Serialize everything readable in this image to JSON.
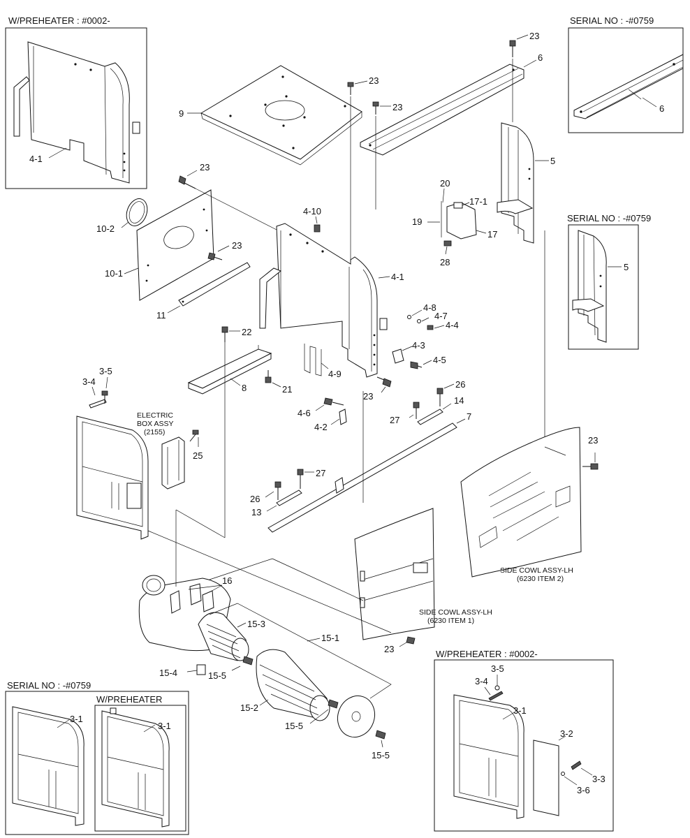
{
  "insets": {
    "top_left_caption": "W/PREHEATER : #0002-",
    "top_right_caption": "SERIAL NO : -#0759",
    "mid_right_caption": "SERIAL NO : -#0759",
    "bottom_left_caption": "SERIAL NO : -#0759",
    "bottom_left_inner_caption": "W/PREHEATER",
    "bottom_right_caption": "W/PREHEATER : #0002-"
  },
  "notes": {
    "electric_box_1": "ELECTRIC",
    "electric_box_2": "BOX ASSY",
    "electric_box_3": "(2155)",
    "cowl_lh_1_1": "SIDE COWL ASSY-LH",
    "cowl_lh_1_2": "(6230 ITEM 1)",
    "cowl_lh_2_1": "SIDE COWL ASSY-LH",
    "cowl_lh_2_2": "(6230 ITEM 2)"
  },
  "callouts": {
    "p4_1_inset": "4-1",
    "p6_inset": "6",
    "p5_inset": "5",
    "p23_a": "23",
    "p6": "6",
    "p23_b": "23",
    "p23_c": "23",
    "p9": "9",
    "p5": "5",
    "p23_d": "23",
    "p20": "20",
    "p17_1": "17-1",
    "p19": "19",
    "p17": "17",
    "p28": "28",
    "p10_2": "10-2",
    "p4_10": "4-10",
    "p23_e": "23",
    "p10_1": "10-1",
    "p4_1": "4-1",
    "p11": "11",
    "p4_8": "4-8",
    "p4_7": "4-7",
    "p4_4": "4-4",
    "p22": "22",
    "p4_3": "4-3",
    "p4_5": "4-5",
    "p4_9": "4-9",
    "p8": "8",
    "p21": "21",
    "p23_f": "23",
    "p3_4": "3-4",
    "p3_5": "3-5",
    "p4_6": "4-6",
    "p26_a": "26",
    "p14": "14",
    "p27_a": "27",
    "p7": "7",
    "p4_2": "4-2",
    "p25": "25",
    "p23_g": "23",
    "p27_b": "27",
    "p26_b": "26",
    "p13": "13",
    "p16": "16",
    "p15_3": "15-3",
    "p15_1": "15-1",
    "p23_h": "23",
    "p15_4": "15-4",
    "p15_5_a": "15-5",
    "p15_2": "15-2",
    "p15_5_b": "15-5",
    "p15_5_c": "15-5",
    "p3_1_a": "3-1",
    "p3_1_b": "3-1",
    "p3_5_b": "3-5",
    "p3_4_b": "3-4",
    "p3_1_c": "3-1",
    "p3_2": "3-2",
    "p3_3": "3-3",
    "p3_6": "3-6"
  }
}
